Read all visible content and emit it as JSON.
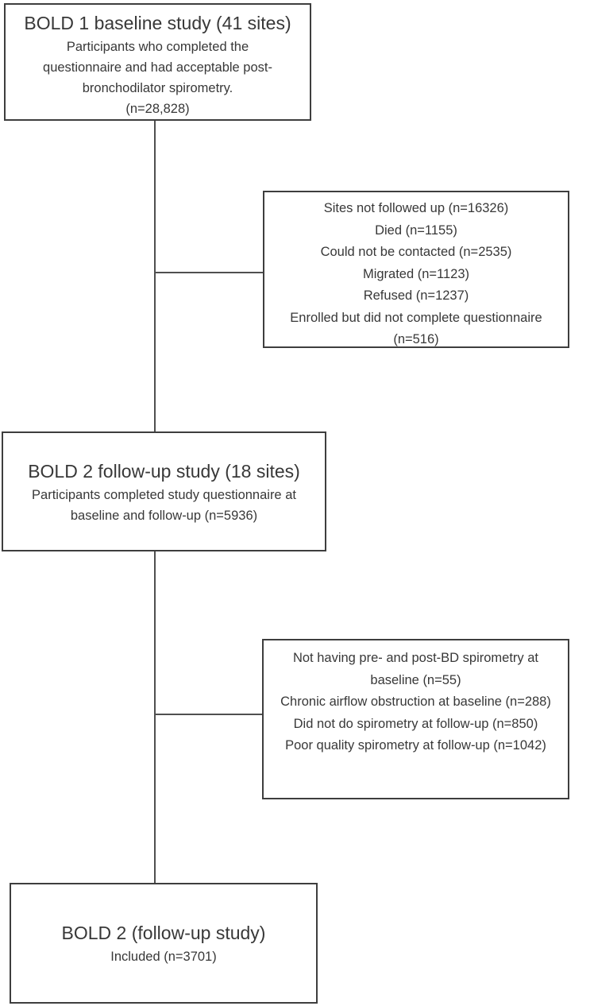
{
  "flowchart": {
    "colors": {
      "box_border": "#3e3e3e",
      "text": "#383838",
      "connector": "#4f4f4f",
      "background": "#ffffff"
    },
    "top_box": {
      "title": "BOLD 1 baseline study (41 sites)",
      "lines": [
        "Participants who completed the",
        "questionnaire and had acceptable post-",
        "bronchodilator spirometry.",
        "(n=28,828)"
      ]
    },
    "exclusion_box_1": {
      "lines": [
        "Sites not followed up (n=16326)",
        "Died (n=1155)",
        "Could not be contacted (n=2535)",
        "Migrated (n=1123)",
        "Refused (n=1237)",
        "Enrolled but did not complete questionnaire",
        "(n=516)"
      ]
    },
    "middle_box": {
      "title": "BOLD 2 follow-up study (18 sites)",
      "lines": [
        "Participants completed study questionnaire at",
        "baseline and follow-up (n=5936)"
      ]
    },
    "exclusion_box_2": {
      "lines": [
        "Not having pre- and post-BD spirometry at",
        "baseline (n=55)",
        "Chronic airflow obstruction at baseline (n=288)",
        "Did not do spirometry at follow-up (n=850)",
        "Poor quality spirometry at follow-up (n=1042)"
      ]
    },
    "bottom_box": {
      "title": "BOLD 2 (follow-up study)",
      "line": "Included (n=3701)"
    }
  }
}
